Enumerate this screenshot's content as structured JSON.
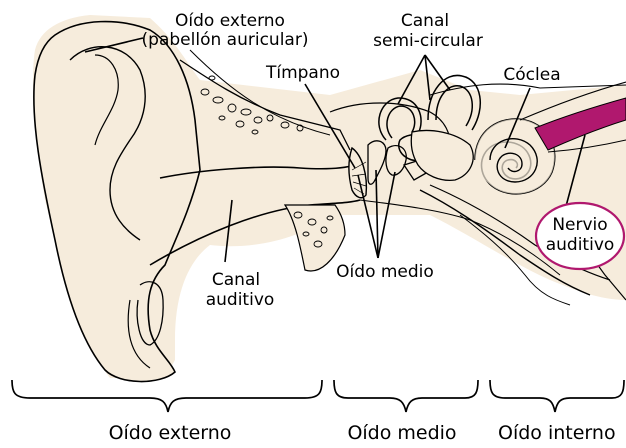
{
  "diagram": {
    "labels": {
      "outer_ear_line1": "Oído externo",
      "outer_ear_line2": "(pabellón auricular)",
      "semicircular_line1": "Canal",
      "semicircular_line2": "semi-circular",
      "eardrum": "Tímpano",
      "cochlea": "Cóclea",
      "nerve_line1": "Nervio",
      "nerve_line2": "auditivo",
      "middle_ear": "Oído medio",
      "canal_line1": "Canal",
      "canal_line2": "auditivo"
    },
    "sections": {
      "outer": "Oído externo",
      "middle": "Oído medio",
      "inner": "Oído interno"
    },
    "colors": {
      "skin": "#f6ecdc",
      "nerve": "#b0186e",
      "outline": "#000000",
      "nerve_circle": "#b0186e"
    }
  }
}
